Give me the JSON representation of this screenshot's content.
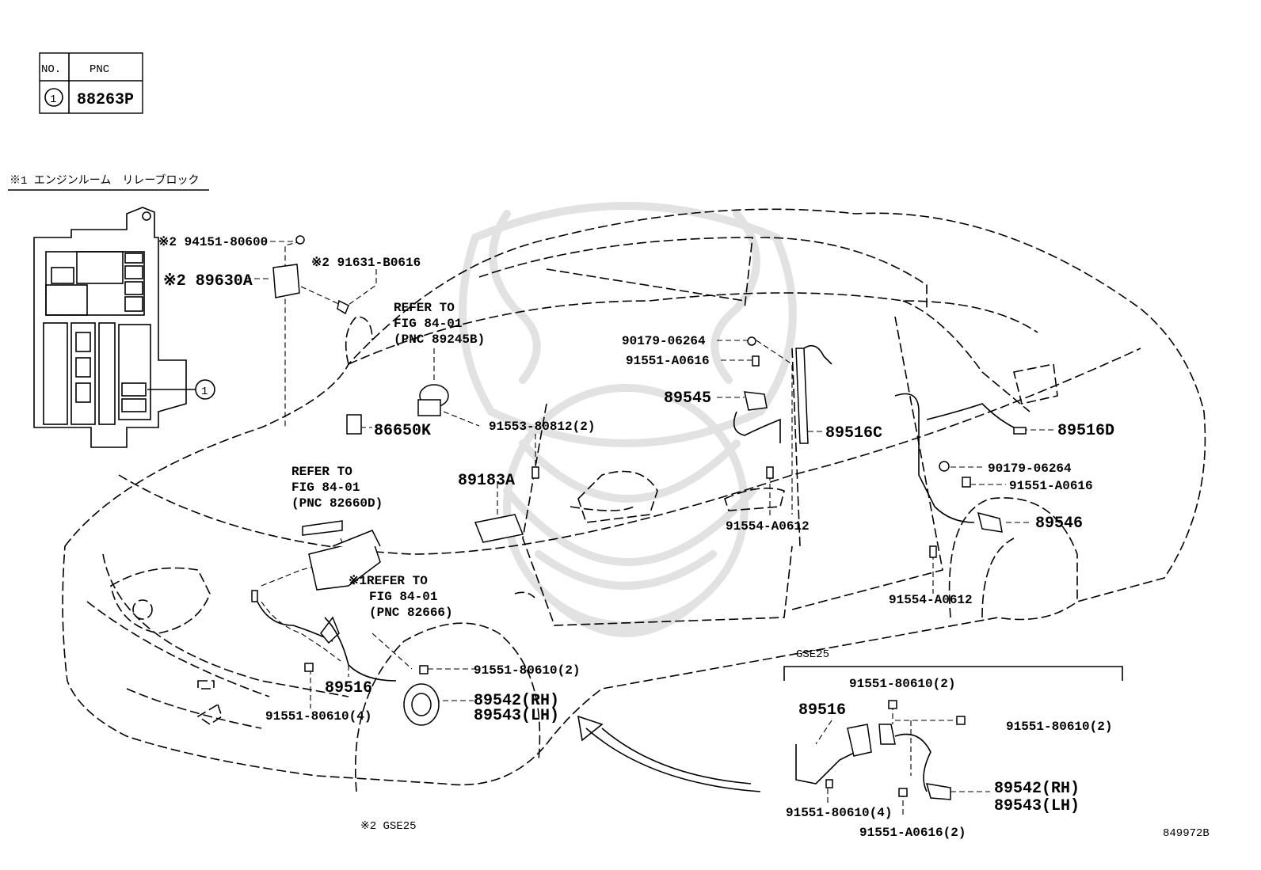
{
  "table": {
    "header_no": "NO.",
    "header_pnc": "PNC",
    "row_no": "1",
    "row_pnc": "88263P"
  },
  "relay_block_note": "※1 エンジンルーム　リレーブロック",
  "relay_block_callout": "1",
  "callouts": {
    "c_94151": "※2 94151-80600",
    "c_91631": "※2 91631-B0616",
    "c_89630a": "※2 89630A",
    "refer1_a": "REFER TO",
    "refer1_b": "FIG 84-01",
    "refer1_c": "(PNC 89245B)",
    "c_86650k": "86650K",
    "c_91553": "91553-80812(2)",
    "c_89183a": "89183A",
    "refer2_a": "REFER TO",
    "refer2_b": "FIG 84-01",
    "refer2_c": "(PNC 82660D)",
    "refer3_a": "※1REFER TO",
    "refer3_b": "FIG 84-01",
    "refer3_c": "(PNC 82666)",
    "c_89516": "89516",
    "c_91551_4": "91551-80610(4)",
    "c_91551_2": "91551-80610(2)",
    "c_89542": "89542(RH)",
    "c_89543": "89543(LH)",
    "c_90179_a": "90179-06264",
    "c_91551_a0616_a": "91551-A0616",
    "c_89545": "89545",
    "c_89516c": "89516C",
    "c_91554_a": "91554-A0612",
    "c_89516d": "89516D",
    "c_90179_b": "90179-06264",
    "c_91551_a0616_b": "91551-A0616",
    "c_89546": "89546",
    "c_91554_b": "91554-A0612",
    "gse_note": "※2 GSE25"
  },
  "inset": {
    "title": "GSE25",
    "c_91551_top": "91551-80610(2)",
    "c_89516": "89516",
    "c_91551_right": "91551-80610(2)",
    "c_89542": "89542(RH)",
    "c_89543": "89543(LH)",
    "c_91551_bottom": "91551-80610(4)",
    "c_91551_a0616": "91551-A0616(2)"
  },
  "figure_id": "849972B"
}
